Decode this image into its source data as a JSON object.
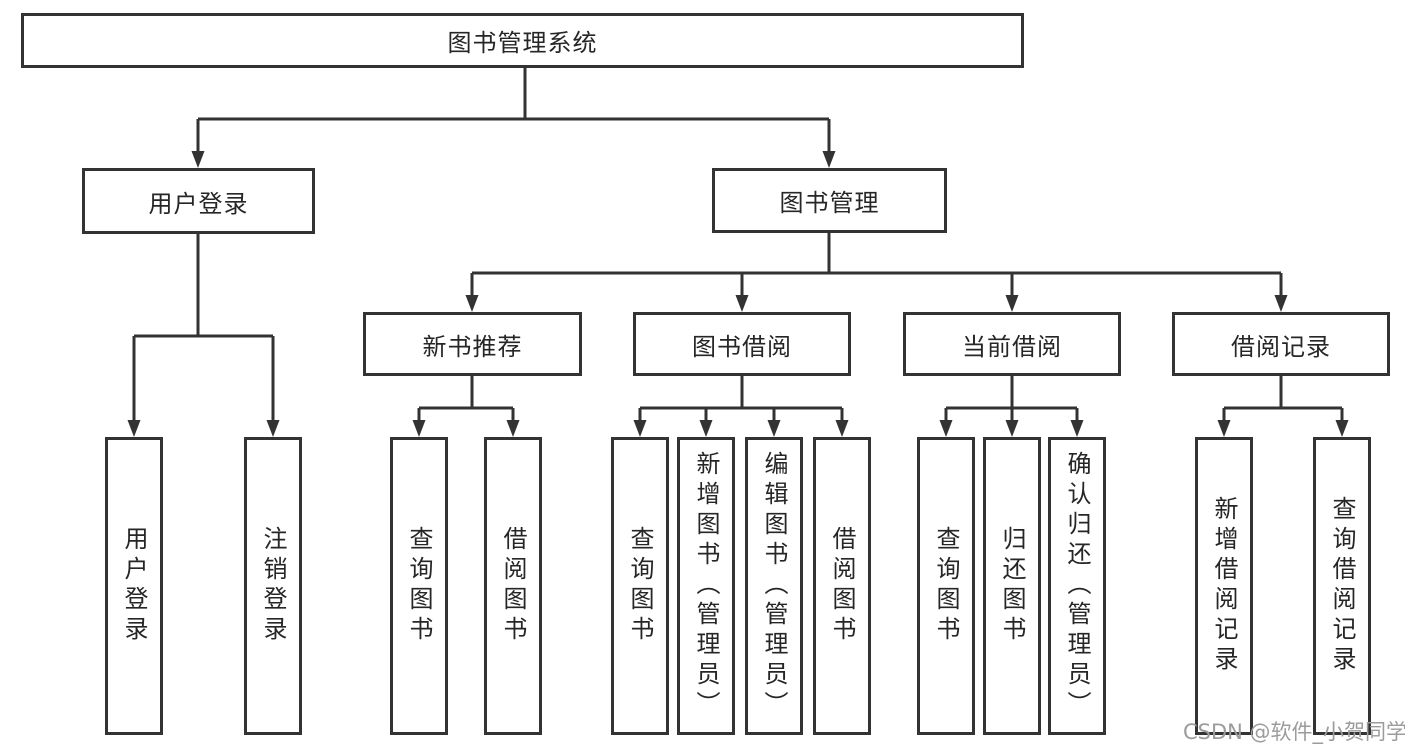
{
  "diagram": {
    "root": {
      "label": "图书管理系统"
    },
    "branches": [
      {
        "label": "用户登录",
        "children": [
          {
            "label": "用户登录"
          },
          {
            "label": "注销登录"
          }
        ]
      },
      {
        "label": "图书管理",
        "children": [
          {
            "label": "新书推荐",
            "children": [
              {
                "label": "查询图书"
              },
              {
                "label": "借阅图书"
              }
            ]
          },
          {
            "label": "图书借阅",
            "children": [
              {
                "label": "查询图书"
              },
              {
                "label": "新增图书（管理员）"
              },
              {
                "label": "编辑图书（管理员）"
              },
              {
                "label": "借阅图书"
              }
            ]
          },
          {
            "label": "当前借阅",
            "children": [
              {
                "label": "查询图书"
              },
              {
                "label": "归还图书"
              },
              {
                "label": "确认归还（管理员）"
              }
            ]
          },
          {
            "label": "借阅记录",
            "children": [
              {
                "label": "新增借阅记录"
              },
              {
                "label": "查询借阅记录"
              }
            ]
          }
        ]
      }
    ]
  },
  "watermark": {
    "text": "CSDN @软件_小贺同学"
  },
  "colors": {
    "line": "#333333",
    "box_border": "#333333",
    "box_fill": "#ffffff",
    "text": "#262626",
    "watermark": "#9c9c9c",
    "background": "#ffffff"
  }
}
